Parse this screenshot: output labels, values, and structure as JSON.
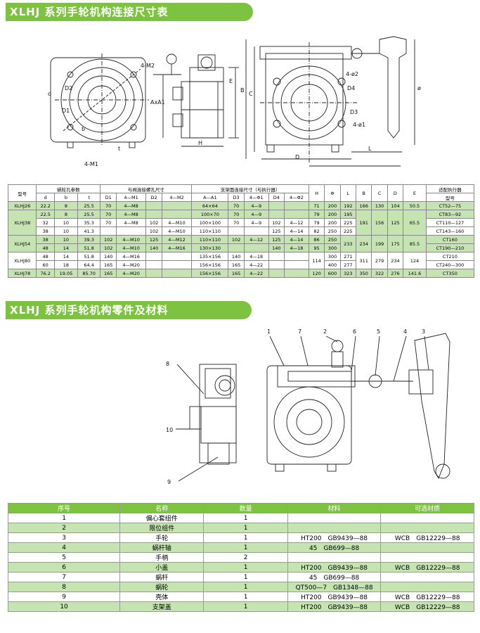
{
  "titles": {
    "dimensions": "XLHJ 系列手轮机构连接尺寸表",
    "parts": "XLHJ 系列手轮机构零件及材料"
  },
  "drawing1_labels": [
    "4-M2",
    "D2",
    "d",
    "D1",
    "b",
    "t",
    "4-M1",
    "AxA1",
    "E",
    "H",
    "B",
    "C",
    "4-ø2",
    "D4",
    "D3",
    "4-ø1",
    "D",
    "L",
    "ø"
  ],
  "drawing2_labels": [
    "1",
    "7",
    "2",
    "6",
    "5",
    "4",
    "3",
    "8",
    "10",
    "9"
  ],
  "dim_table": {
    "header1": [
      "型号",
      "蜗轮孔参数",
      "与阀连接螺孔尺寸",
      "支架面连接尺寸（与执行器）",
      "H",
      "Φ",
      "L",
      "B",
      "C",
      "D",
      "E",
      "适配执行器"
    ],
    "header2": [
      "d",
      "b",
      "t",
      "D1",
      "4—M1",
      "D2",
      "4—M2",
      "A—A1",
      "D3",
      "4—Φ1",
      "D4",
      "4—Φ2",
      "型号"
    ],
    "rows": [
      {
        "model": "XLHJ26",
        "cells": [
          "22.2",
          "8",
          "25.5",
          "70",
          "4—M8",
          "",
          "",
          "64×64",
          "70",
          "4—9",
          "",
          "",
          "71",
          "200",
          "192",
          "166",
          "130",
          "104",
          "50.5",
          "CT52—75"
        ]
      },
      {
        "model": "XLHJ38",
        "cells": [
          "22.5",
          "8",
          "25.5",
          "70",
          "4—M8",
          "",
          "",
          "100×70",
          "70",
          "4—9",
          "",
          "",
          "79",
          "200",
          "195",
          "191",
          "156",
          "125",
          "65.5",
          "CT83—92"
        ]
      },
      {
        "model": "",
        "cells": [
          "32",
          "10",
          "35.3",
          "70",
          "4—M8",
          "102",
          "4—M10",
          "100×100",
          "70",
          "4—9",
          "102",
          "4—12",
          "79",
          "200",
          "225",
          "",
          "",
          "",
          "",
          "CT110—127"
        ]
      },
      {
        "model": "",
        "cells": [
          "38",
          "10",
          "41.3",
          "",
          "",
          "102",
          "4—M10",
          "110×110",
          "",
          "",
          "125",
          "4—14",
          "82",
          "250",
          "225",
          "",
          "",
          "",
          "",
          "CT143—160"
        ]
      },
      {
        "model": "XLHJ54",
        "cells": [
          "38",
          "10",
          "39.3",
          "102",
          "4—M10",
          "125",
          "4—M12",
          "110×110",
          "102",
          "4—12",
          "125",
          "4—14",
          "86",
          "250",
          "233",
          "234",
          "199",
          "175",
          "85.5",
          "CT160"
        ]
      },
      {
        "model": "",
        "cells": [
          "48",
          "14",
          "51.8",
          "102",
          "4—M10",
          "140",
          "4—M16",
          "130×130",
          "",
          "",
          "140",
          "4—18",
          "95",
          "300",
          "",
          "",
          "",
          "",
          "",
          "CT190—210"
        ]
      },
      {
        "model": "XLHJ80",
        "cells": [
          "48",
          "14",
          "51.8",
          "140",
          "4—M16",
          "",
          "",
          "135×156",
          "140",
          "4—18",
          "",
          "",
          "114",
          "300",
          "271",
          "311",
          "279",
          "234",
          "124",
          "CT210"
        ]
      },
      {
        "model": "",
        "cells": [
          "60",
          "18",
          "64.4",
          "165",
          "4—M20",
          "",
          "",
          "156×156",
          "165",
          "4—22",
          "",
          "",
          "",
          "400",
          "277",
          "",
          "",
          "",
          "",
          "CT240—300"
        ]
      },
      {
        "model": "XLHJ78",
        "cells": [
          "76.2",
          "19.05",
          "85.70",
          "165",
          "4—M20",
          "",
          "",
          "156×156",
          "165",
          "4—22",
          "",
          "",
          "120",
          "600",
          "323",
          "350",
          "322",
          "276",
          "141.6",
          "CT350"
        ]
      }
    ]
  },
  "parts_table": {
    "headers": [
      "序号",
      "名称",
      "数量",
      "材料",
      "可选材质"
    ],
    "rows": [
      [
        "1",
        "偏心套组件",
        "1",
        "",
        ""
      ],
      [
        "2",
        "限位组件",
        "1",
        "",
        ""
      ],
      [
        "3",
        "手轮",
        "1",
        "HT200　GB9439—88",
        "WCB　GB12229—88"
      ],
      [
        "4",
        "蜗杆轴",
        "1",
        "45　GB699—88",
        ""
      ],
      [
        "5",
        "手柄",
        "2",
        "",
        ""
      ],
      [
        "6",
        "小盖",
        "1",
        "HT200　GB9439—88",
        "WCB　GB12229—88"
      ],
      [
        "7",
        "蜗杆",
        "1",
        "45　GB699—88",
        ""
      ],
      [
        "8",
        "蜗轮",
        "1",
        "QT500—7　GB1348—88",
        ""
      ],
      [
        "9",
        "壳体",
        "1",
        "HT200　GB9439—88",
        "WCB　GB12229—88"
      ],
      [
        "10",
        "支架盖",
        "1",
        "HT200　GB9439—88",
        "WCB　GB12229—88"
      ]
    ]
  }
}
